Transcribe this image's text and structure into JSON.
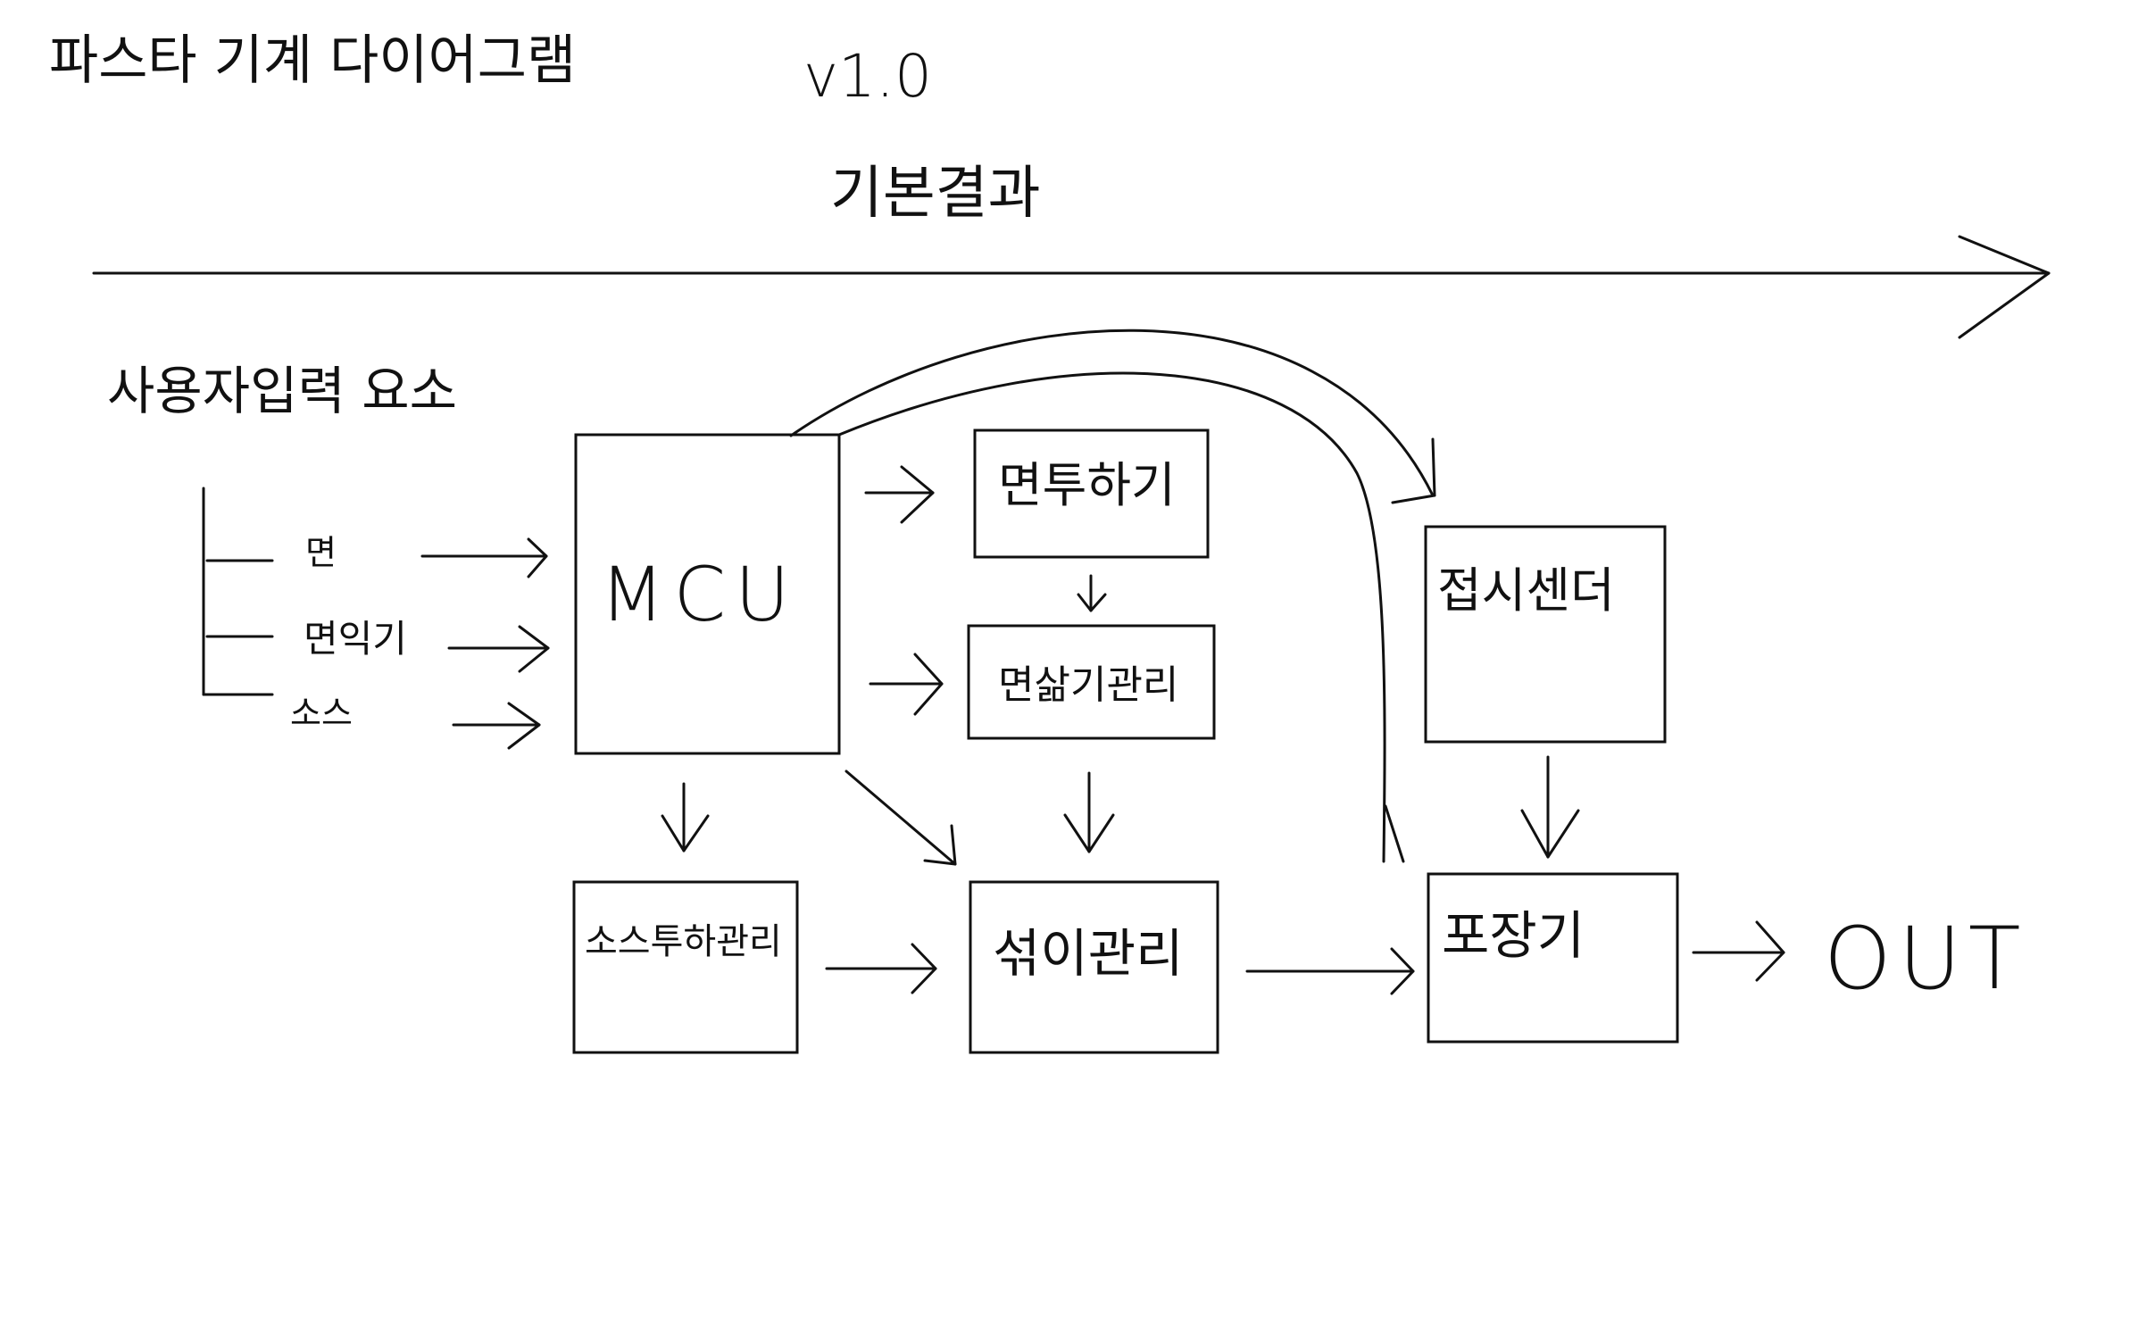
{
  "title": "파스타 기계 다이어그램",
  "version": "v1.0",
  "timeline_label": "기본결과",
  "inputs": {
    "heading": "사용자입력 요소",
    "items": [
      "면",
      "면익기",
      "소스"
    ]
  },
  "blocks": {
    "mcu": "MCU",
    "noodle_dispense": "면투하기",
    "noodle_boil_manage": "면삶기관리",
    "sauce_dispense_manage": "소스투하관리",
    "mix_manage": "섞이관리",
    "plate_sensor": "접시센더",
    "packer": "포장기",
    "output": "OUT"
  },
  "colors": {
    "ink": "#111111",
    "background": "#ffffff"
  }
}
